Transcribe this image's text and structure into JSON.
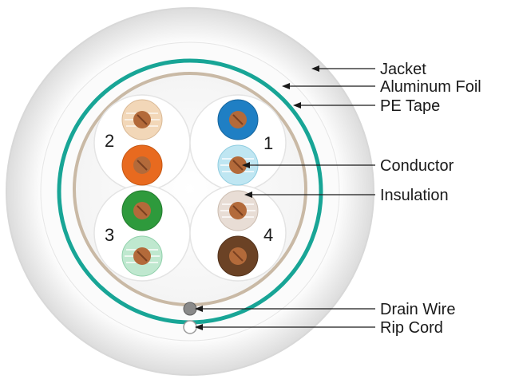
{
  "labels": {
    "jacket": "Jacket",
    "aluminum_foil": "Aluminum Foil",
    "pe_tape": "PE Tape",
    "conductor": "Conductor",
    "insulation": "Insulation",
    "drain_wire": "Drain Wire",
    "rip_cord": "Rip Cord"
  },
  "pairs": [
    {
      "number": "1",
      "colors": [
        "#1f7fc4",
        "#bfe6f2"
      ]
    },
    {
      "number": "2",
      "colors": [
        "#f2d7b8",
        "#e86a1f"
      ]
    },
    {
      "number": "3",
      "colors": [
        "#2e9a3c",
        "#bfe8cf"
      ]
    },
    {
      "number": "4",
      "colors": [
        "#e8ddd5",
        "#6b4225"
      ]
    }
  ],
  "colors": {
    "jacket": "#f3f3f3",
    "foil_ring": "#18a596",
    "pe_tape": "#c9b9a5",
    "copper": "#b36a3a",
    "drain_wire": "#8a8a8a"
  }
}
